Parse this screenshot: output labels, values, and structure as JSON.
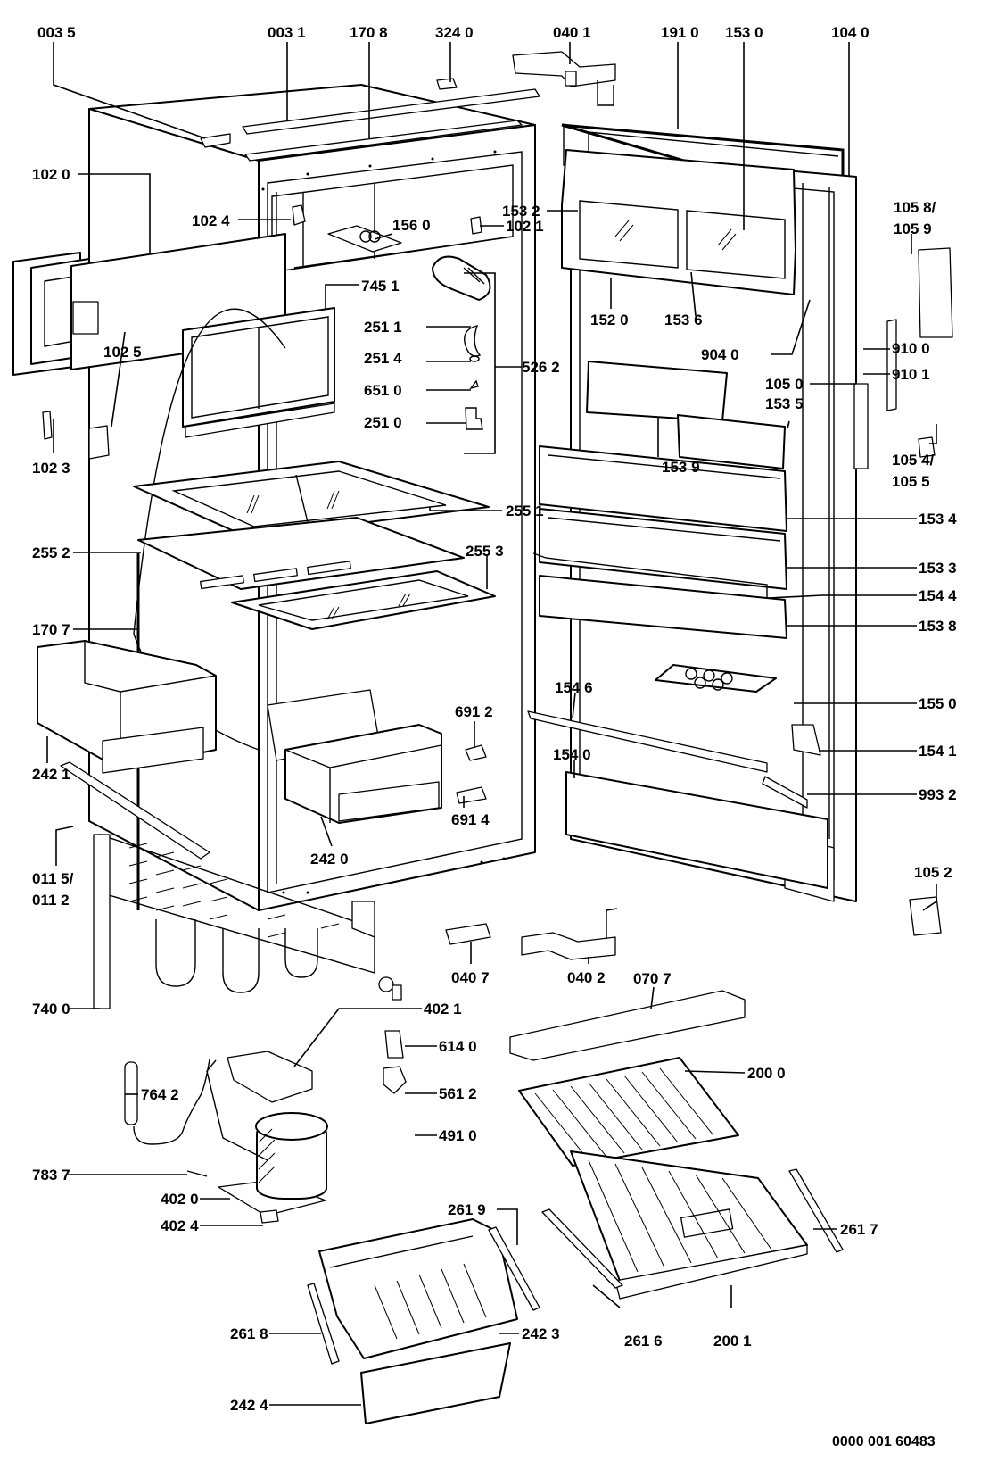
{
  "diagram": {
    "title": "Refrigerator exploded parts diagram",
    "document_number": "0000 001 60483",
    "colors": {
      "line": "#000000",
      "background": "#ffffff"
    },
    "labels": {
      "p0035": "003 5",
      "p0031": "003 1",
      "p1708": "170 8",
      "p3240": "324 0",
      "p0401": "040 1",
      "p1910": "191 0",
      "p1530": "153 0",
      "p1040": "104 0",
      "p1020": "102 0",
      "p1024": "102 4",
      "p1560": "156 0",
      "p1021": "102 1",
      "p1532": "153 2",
      "p1058": "105 8/",
      "p1059": "105 9",
      "p7451": "745  1",
      "p1025": "102 5",
      "p2511": "251 1",
      "p2514": "251 4",
      "p6510": "651 0",
      "p2510": "251 0",
      "p5262": "526 2",
      "p1520": "152 0",
      "p1536": "153 6",
      "p9040": "904 0",
      "p9100": "910 0",
      "p9101": "910 1",
      "p1050": "105 0",
      "p1535": "153 5",
      "p1539": "153 9",
      "p1054": "105 4/",
      "p1055": "105 5",
      "p1023": "102 3",
      "p2551": "255 1",
      "p2552": "255 2",
      "p2553": "255 3",
      "p1534": "153 4",
      "p1533": "153 3",
      "p1544": "154 4",
      "p1538": "153 8",
      "p1707": "170 7",
      "p1546": "154 6",
      "p1550": "155 0",
      "p6912": "691 2",
      "p1541": "154 1",
      "p1540": "154 0",
      "p2421": "242 1",
      "p9932": "993 2",
      "p6914": "691 4",
      "p0115": "011 5/",
      "p0112": "011 2",
      "p2420": "242 0",
      "p1052": "105 2",
      "p0407": "040 7",
      "p0402": "040 2",
      "p0707": "070 7",
      "p7400": "740 0",
      "p4021": "402 1",
      "p6140": "614 0",
      "p2000": "200 0",
      "p7642": "764 2",
      "p5612": "561 2",
      "p4910": "491 0",
      "p7837": "783 7",
      "p4020": "402 0",
      "p4024": "402 4",
      "p2619": "261 9",
      "p2617": "261 7",
      "p2618": "261 8",
      "p2423": "242 3",
      "p2616": "261 6",
      "p2001": "200 1",
      "p2424": "242 4"
    }
  }
}
